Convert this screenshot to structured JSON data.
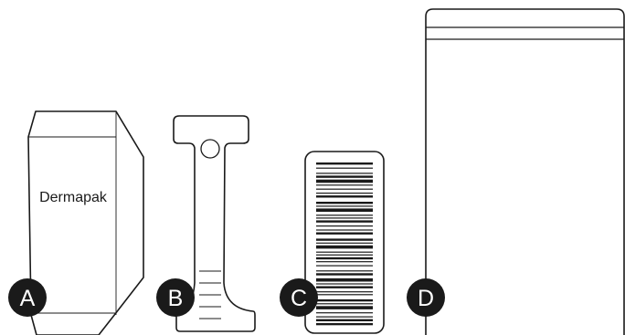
{
  "items": [
    {
      "letter": "A",
      "text": "Dermapak",
      "icon": "dermapak-package"
    },
    {
      "letter": "B",
      "text": "",
      "icon": "specimen-strip"
    },
    {
      "letter": "C",
      "text": "",
      "icon": "barcode-label"
    },
    {
      "letter": "D",
      "text": "",
      "icon": "zip-bag"
    }
  ],
  "colors": {
    "stroke": "#1a1a1a",
    "badge": "#1a1a1a",
    "badge_text": "#ffffff",
    "background": "#ffffff"
  }
}
